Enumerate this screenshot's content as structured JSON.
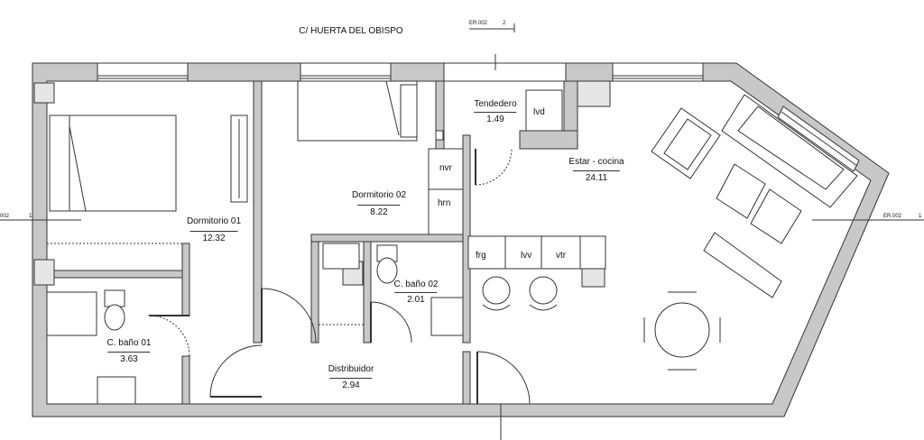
{
  "street": "C/ HUERTA DEL OBISPO",
  "section_marks": {
    "top": {
      "ref": "ER.002",
      "num": "2"
    },
    "left": {
      "ref": "002",
      "num": "1"
    },
    "right": {
      "ref": "ER.002",
      "num": "1"
    }
  },
  "rooms": [
    {
      "key": "dormitorio01",
      "name": "Dormitorio 01",
      "area": "12.32"
    },
    {
      "key": "dormitorio02",
      "name": "Dormitorio 02",
      "area": "8.22"
    },
    {
      "key": "tendedero",
      "name": "Tendedero",
      "area": "1.49"
    },
    {
      "key": "estar",
      "name": "Estar - cocina",
      "area": "24.11"
    },
    {
      "key": "bano02",
      "name": "C. baño 02",
      "area": "2.01"
    },
    {
      "key": "bano01",
      "name": "C. baño 01",
      "area": "3.63"
    },
    {
      "key": "distribuidor",
      "name": "Distribuidor",
      "area": "2.94"
    }
  ],
  "appliances": {
    "lvd": "lvd",
    "nvr": "nvr",
    "hrn": "hrn",
    "frg": "frg",
    "lvv": "lvv",
    "vtr": "vtr"
  },
  "colors": {
    "wall": "#c8c8c8",
    "line": "#333333"
  }
}
